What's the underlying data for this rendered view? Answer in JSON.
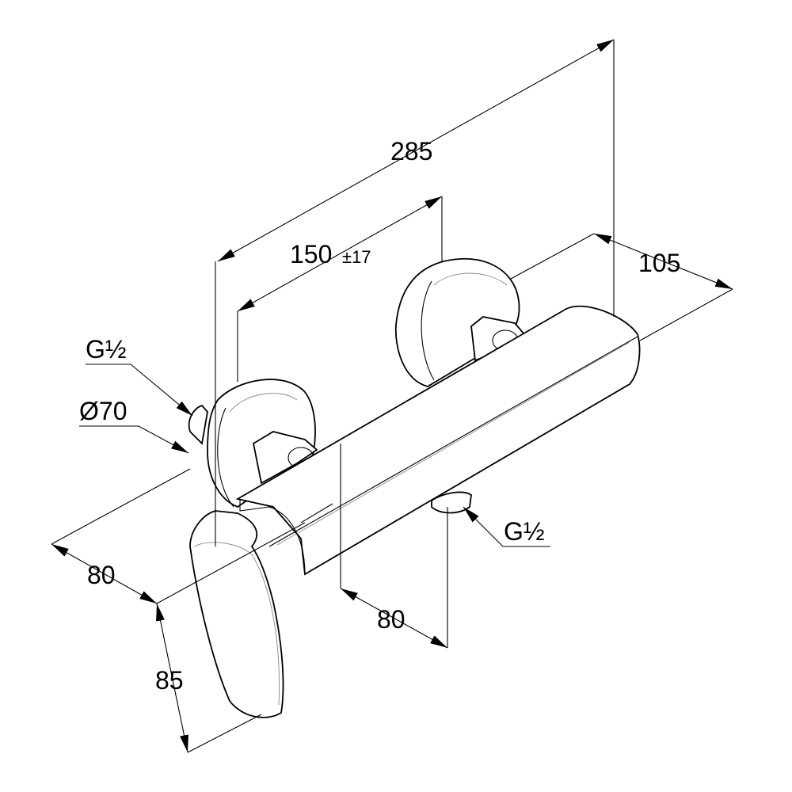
{
  "drawing": {
    "overall_length": "285",
    "center_distance": "150",
    "center_tolerance": "±17",
    "depth": "105",
    "inlet_thread": "G½",
    "rosette_diameter": "Ø70",
    "outlet_thread": "G½",
    "left_projection": "80",
    "outlet_offset": "80",
    "handle_height": "85"
  },
  "colors": {
    "line": "#000000",
    "background": "#ffffff"
  }
}
